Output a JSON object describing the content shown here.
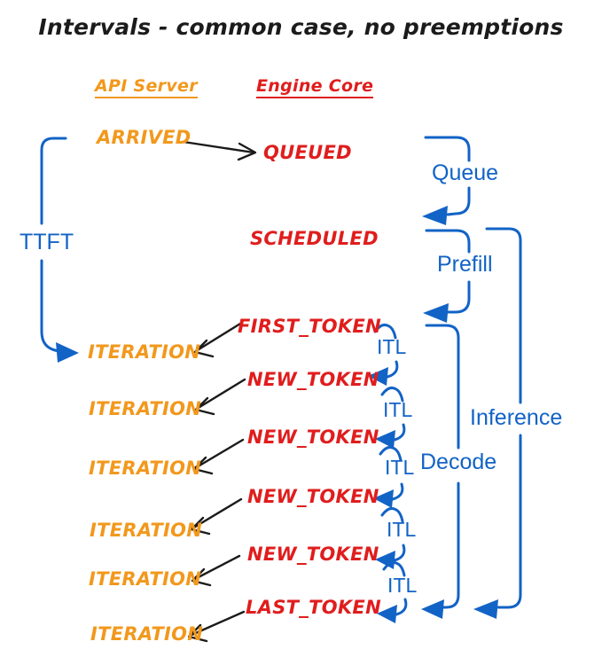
{
  "title": "Intervals - common case, no preemptions",
  "colors": {
    "api_server": "#F2981C",
    "engine_core": "#E01D1D",
    "interval": "#1263C6",
    "connector": "#1B1B1B",
    "title_text": "#1B1B1B",
    "background": "#FFFFFF"
  },
  "columns": {
    "api_server": "API Server",
    "engine_core": "Engine Core"
  },
  "events": {
    "arrived": "ARRIVED",
    "queued": "QUEUED",
    "scheduled": "SCHEDULED",
    "first_token": "FIRST_TOKEN",
    "new_token": "NEW_TOKEN",
    "last_token": "LAST_TOKEN",
    "iteration": "ITERATION"
  },
  "intervals": {
    "ttft": "TTFT",
    "queue": "Queue",
    "prefill": "Prefill",
    "itl": "ITL",
    "decode": "Decode",
    "inference": "Inference"
  }
}
